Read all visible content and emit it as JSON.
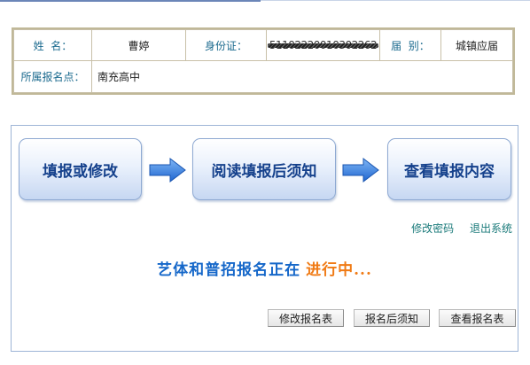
{
  "student": {
    "name_label": "姓  名：",
    "name": "曹婷",
    "id_label": "身份证：",
    "id_number": "51102220010302262",
    "class_label": "届  别：",
    "class_value": "城镇应届",
    "site_label": "所属报名点：",
    "site_value": "南充高中"
  },
  "steps": [
    {
      "label": "填报或修改"
    },
    {
      "label": "阅读填报后须知"
    },
    {
      "label": "查看填报内容"
    }
  ],
  "links": {
    "change_password": "修改密码",
    "logout": "退出系统"
  },
  "status": {
    "prefix": "艺体和普招报名正在",
    "highlight": "进行中..."
  },
  "buttons": {
    "modify_form": "修改报名表",
    "notice": "报名后须知",
    "view_form": "查看报名表"
  },
  "colors": {
    "label_text": "#1b6a8e",
    "step_text": "#15418c",
    "status_blue": "#1567c9",
    "status_orange": "#f07a14",
    "arrow_blue": "#2f7fe0",
    "link_teal": "#1a7a7a"
  }
}
